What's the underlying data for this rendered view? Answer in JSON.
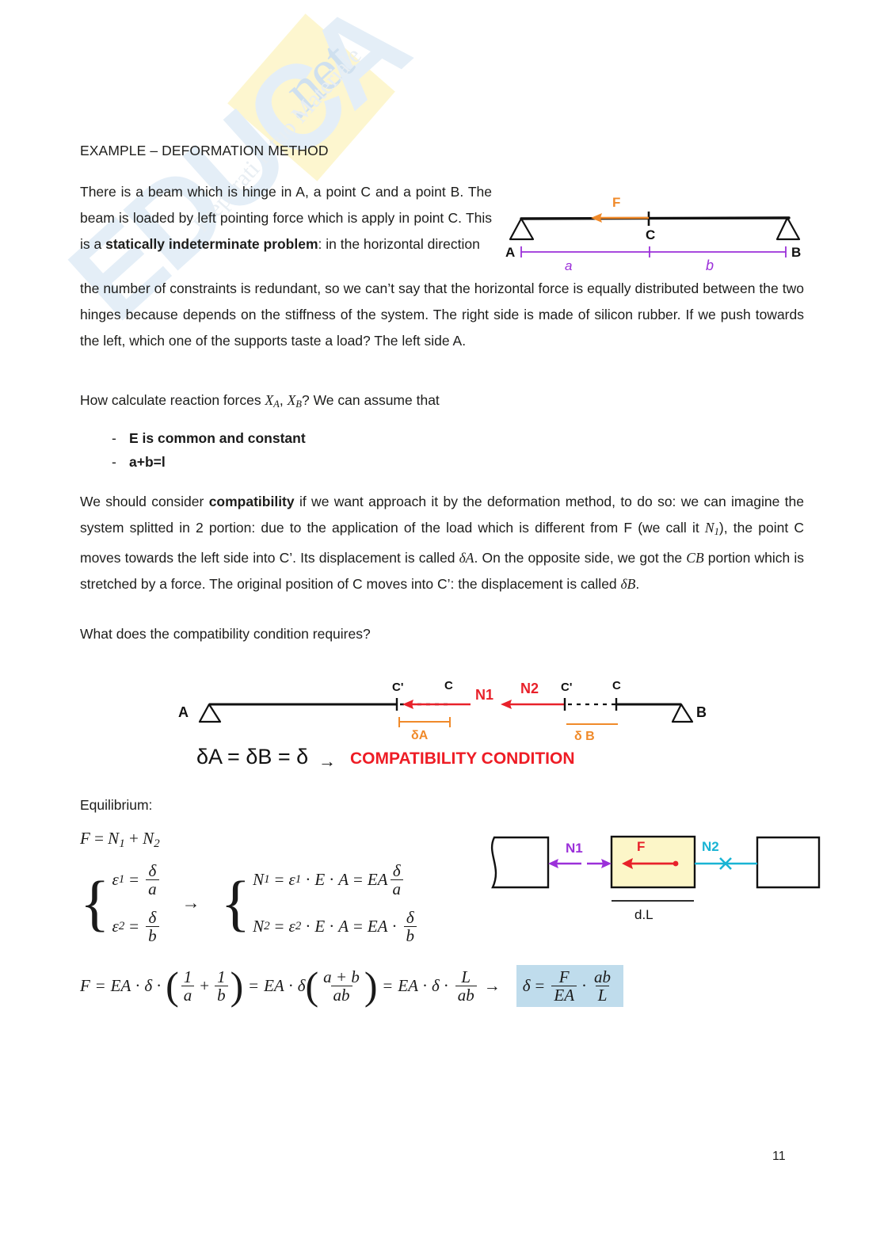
{
  "document": {
    "heading": "EXAMPLE – DEFORMATION METHOD",
    "page_number": "11",
    "watermark": {
      "net_text": ".net",
      "brand_text": "EDUCA",
      "tagline": "Preparati il tuo Materiale"
    },
    "paragraphs": {
      "p1_a": "There is a beam which is hinge in A, a point C and a point B. The beam is loaded by left pointing force which is apply in point C. This is a ",
      "p1_bold": "statically indeterminate problem",
      "p1_b": ": in the horizontal direction",
      "p2": "the number of constraints is redundant, so we can’t say that the horizontal force is equally distributed between the two hinges because depends on the stiffness of the system. The right side is made of silicon rubber. If we push towards the left, which one of the supports taste a load? The left side A.",
      "p3_a": "How calculate reaction forces ",
      "p3_xa": "X",
      "p3_xa_sub": "A",
      "p3_comma": ", ",
      "p3_xb": "X",
      "p3_xb_sub": "B",
      "p3_b": "? We can assume that",
      "p4_a": "We should consider ",
      "p4_bold": "compatibility",
      "p4_b": " if we want approach it by the deformation method, to do so: we can imagine the system splitted in 2 portion: due to the application of the load which is different from F (we call it ",
      "p4_n1": "N",
      "p4_n1_sub": "1",
      "p4_c": "), the point C moves towards the left side into C’. Its displacement is called ",
      "p4_da": "δA",
      "p4_d": ". On the opposite side, we got the ",
      "p4_cb": "CB",
      "p4_e": " portion which is stretched by a force. The original position of C moves into C’: the displacement is called ",
      "p4_db": "δB",
      "p4_f": ".",
      "p5": "What does the compatibility condition requires?",
      "p6": "Equilibrium:"
    },
    "bullets": [
      {
        "marker": "-",
        "text": "E is common and constant",
        "bold": true
      },
      {
        "marker": "-",
        "text": "a+b=l",
        "bold": true
      }
    ],
    "equations": {
      "equilibrium": {
        "lhs": "F",
        "eq": "=",
        "n1": "N",
        "n1_sub": "1",
        "plus": "+",
        "n2": "N",
        "n2_sub": "2"
      },
      "system_left": [
        {
          "var": "ε",
          "sub": "1",
          "eq": "=",
          "num": "δ",
          "den": "a"
        },
        {
          "var": "ε",
          "sub": "2",
          "eq": "=",
          "num": "δ",
          "den": "b"
        }
      ],
      "arrow": "→",
      "system_right": [
        {
          "lhs": "N",
          "sub": "1",
          "eq1": "=",
          "eps": "ε",
          "eps_sub": "1",
          "dot1": "·",
          "e": "E",
          "dot2": "·",
          "a": "A",
          "eq2": "=",
          "ea": "EA",
          "num": "δ",
          "den": "a"
        },
        {
          "lhs": "N",
          "sub": "2",
          "eq1": "=",
          "eps": "ε",
          "eps_sub": "2",
          "dot1": "·",
          "e": "E",
          "dot2": "·",
          "a": "A",
          "eq2": "=",
          "ea": "EA",
          "dot3": "·",
          "num": "δ",
          "den": "b"
        }
      ],
      "final": {
        "f": "F",
        "eq1": "=",
        "ea1": "EA",
        "dot1": "·",
        "d1": "δ",
        "dot2": "·",
        "fr1_num": "1",
        "fr1_den": "a",
        "plus": "+",
        "fr2_num": "1",
        "fr2_den": "b",
        "eq2": "=",
        "ea2": "EA",
        "dot3": "·",
        "d2": "δ",
        "fr3_num": "a + b",
        "fr3_den": "ab",
        "eq3": "=",
        "ea3": "EA",
        "dot4": "·",
        "d3": "δ",
        "dot5": "·",
        "fr4_num": "L",
        "fr4_den": "ab",
        "arrow": "→",
        "res_d": "δ",
        "res_eq": "=",
        "res_f": "F",
        "res_ea": "EA",
        "res_dot": "·",
        "res_ab": "ab",
        "res_l": "L"
      }
    },
    "figures": {
      "beam_diagram": {
        "label_a": "A",
        "label_b": "B",
        "label_c": "C",
        "force_label": "F",
        "dim_a": "a",
        "dim_b": "b",
        "colors": {
          "force": "#f08a2a",
          "dimension": "#9b30d9",
          "beam": "#111111"
        }
      },
      "split_diagram": {
        "label_a": "A",
        "label_b": "B",
        "c_prime_left": "C'",
        "c_left": "C",
        "c_prime_right": "C'",
        "c_right": "C",
        "n1": "N1",
        "n2": "N2",
        "delta_a": "δA",
        "delta_b": "δ B",
        "colors": {
          "force": "#e8212a",
          "dimension": "#f08a2a",
          "beam": "#111111"
        }
      },
      "hand_equation": {
        "black_part": "δA = δB = δ",
        "arrow": "→",
        "red_part": "COMPATIBILITY  CONDITION",
        "color": "#ee1c25"
      },
      "element_diagram": {
        "n1": "N1",
        "n2": "N2",
        "force": "F",
        "length": "d.L",
        "colors": {
          "n1": "#9b30d9",
          "n2": "#19b4d4",
          "force": "#e8212a",
          "fill": "#fcf6c8"
        }
      }
    }
  }
}
